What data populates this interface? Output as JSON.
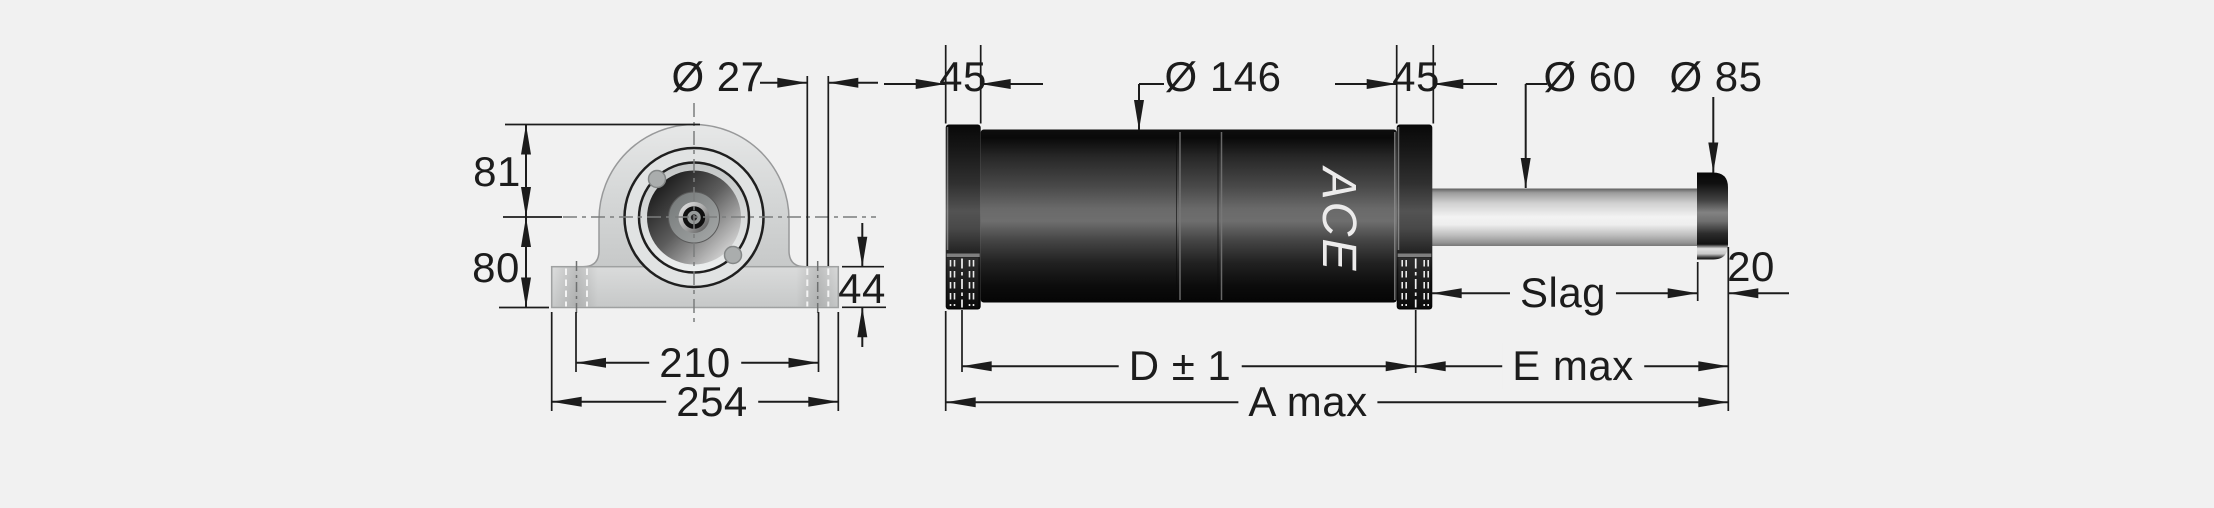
{
  "canvas": {
    "background": "#f1f1f1",
    "line_color": "#1c1c1c",
    "brand_text_color": "#ecebeb"
  },
  "bracket_view": {
    "dim_hole_diameter": "Ø 27",
    "dim_height_center_to_top": "81",
    "dim_height_base_to_center": "80",
    "dim_base_thickness": "44",
    "dim_hole_pitch": "210",
    "dim_base_width": "254"
  },
  "damper_view": {
    "brand": "ACE",
    "dim_clamp_width_left": "45",
    "dim_body_diameter": "Ø 146",
    "dim_clamp_width_right": "45",
    "dim_rod_diameter": "Ø 60",
    "dim_cap_diameter": "Ø 85",
    "dim_cap_width": "20",
    "dim_stroke": "Slag",
    "dim_body_length": "D ± 1",
    "dim_rod_extension": "E max",
    "dim_overall_length": "A max"
  }
}
